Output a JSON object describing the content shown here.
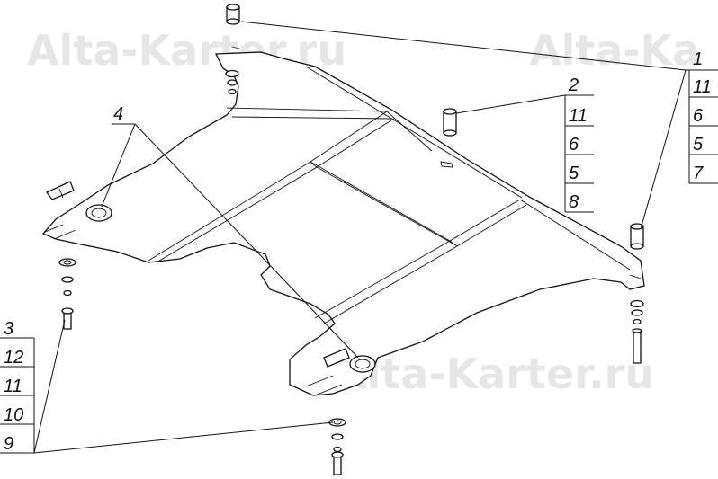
{
  "watermark": {
    "top_left": "Alta-Karter.ru",
    "top_right": "Alta-Ka",
    "bottom": "Alta-Karter.ru"
  },
  "callouts": {
    "c_right": [
      "1",
      "11",
      "6",
      "5",
      "7"
    ],
    "c_mid": [
      "2",
      "11",
      "6",
      "5",
      "8"
    ],
    "c_left": [
      "3",
      "12",
      "11",
      "10",
      "9"
    ],
    "c_top": "4"
  }
}
